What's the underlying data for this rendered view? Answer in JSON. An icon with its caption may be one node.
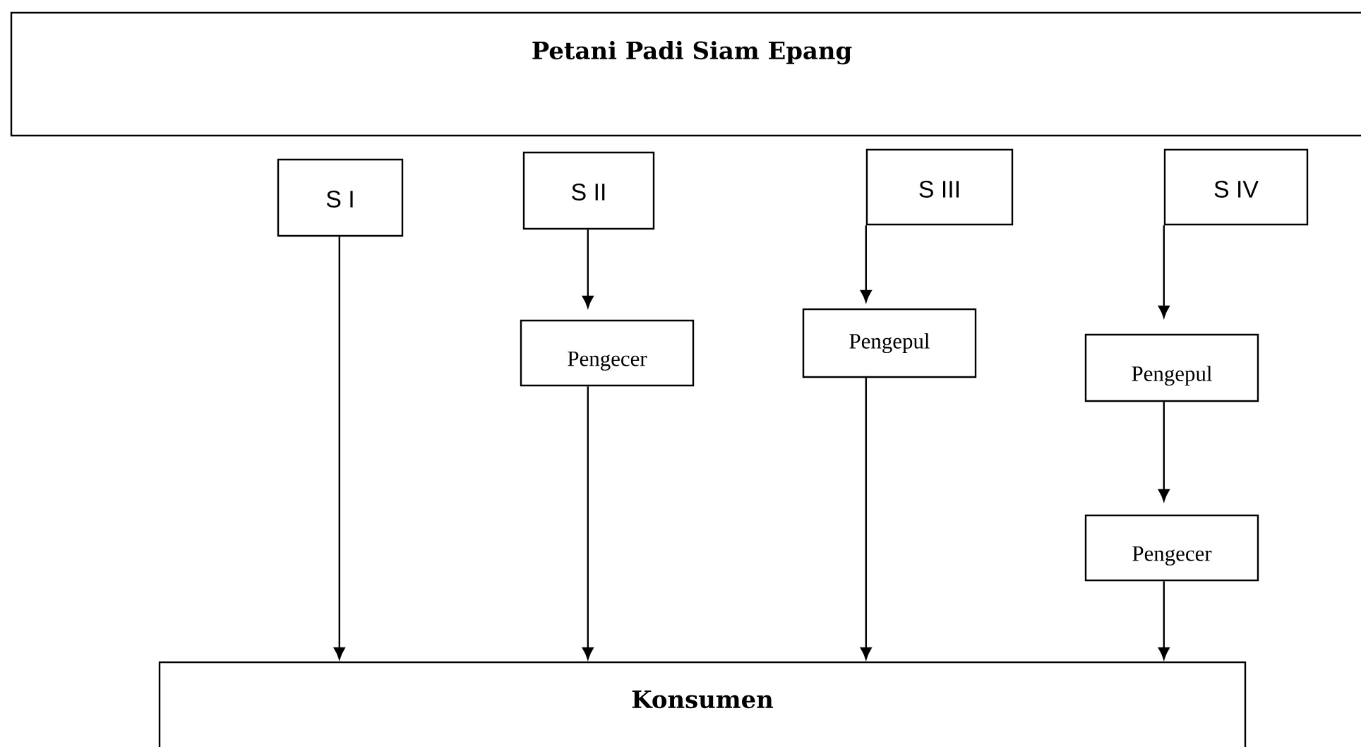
{
  "diagram": {
    "nodes": [
      {
        "text": [
          "Petani Padi Siam Epang"
        ]
      },
      {
        "text": [
          "S I"
        ]
      },
      {
        "text": [
          "S II"
        ]
      },
      {
        "text": [
          "S III"
        ]
      },
      {
        "text": [
          "S IV"
        ]
      },
      {
        "text": [
          "Pengecer"
        ]
      },
      {
        "text": [
          "Pengepul"
        ]
      },
      {
        "text": [
          "Pengepul"
        ]
      },
      {
        "text": [
          "Pengecer"
        ]
      },
      {
        "text": [
          "Konsumen"
        ]
      }
    ],
    "edges": [
      {
        "from": 1,
        "to": 9,
        "arrow": "to"
      },
      {
        "from": 2,
        "to": 5,
        "arrow": "to"
      },
      {
        "from": 5,
        "to": 9,
        "arrow": "to"
      },
      {
        "from": 3,
        "to": 6,
        "arrow": "to"
      },
      {
        "from": 6,
        "to": 9,
        "arrow": "to"
      },
      {
        "from": 4,
        "to": 7,
        "arrow": "to"
      },
      {
        "from": 7,
        "to": 8,
        "arrow": "to"
      },
      {
        "from": 8,
        "to": 9,
        "arrow": "to"
      }
    ]
  }
}
